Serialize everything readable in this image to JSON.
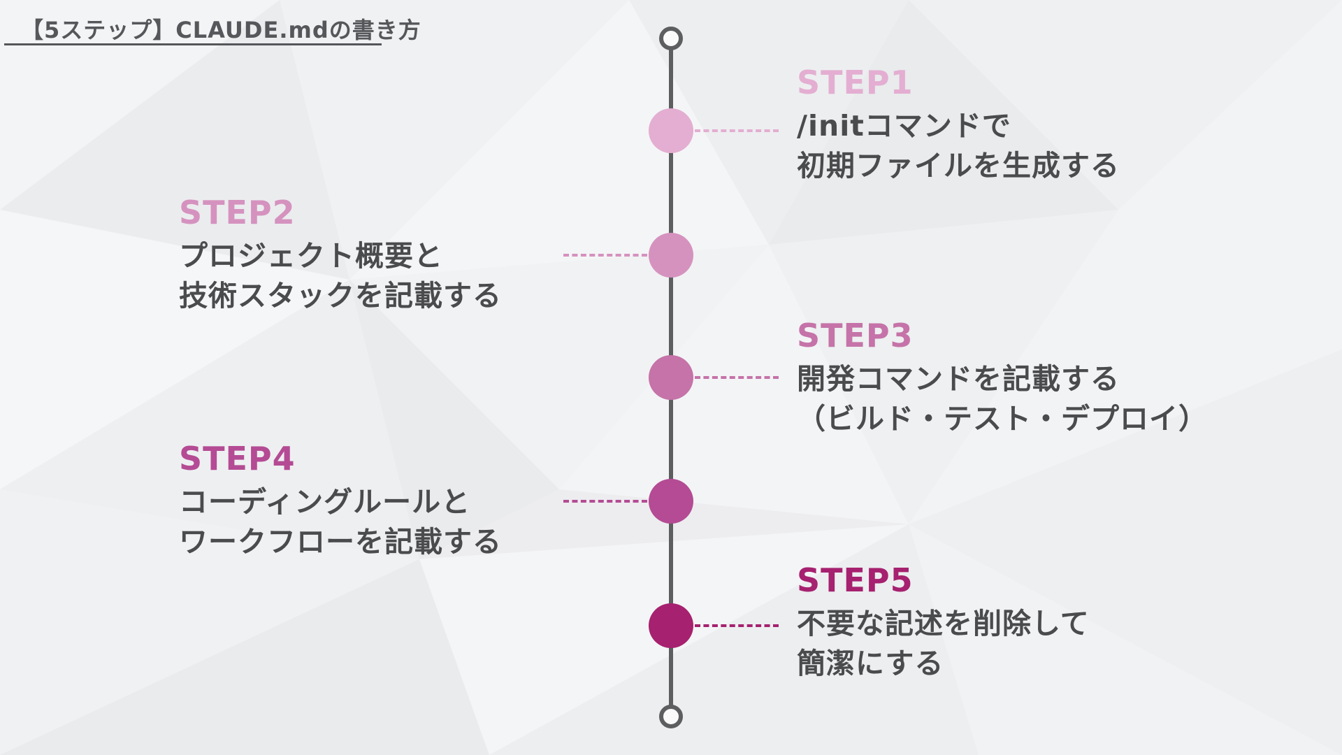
{
  "title": {
    "text": "【5ステップ】CLAUDE.mdの書き方"
  },
  "colors": {
    "background": "#ededef",
    "timeline": "#5d5e60",
    "title_text": "#56575a",
    "body_text": "#4a4b4d"
  },
  "steps": [
    {
      "label": "STEP1",
      "side": "right",
      "color": "#e3aed1",
      "lines": [
        "/initコマンドで",
        "初期ファイルを生成する"
      ]
    },
    {
      "label": "STEP2",
      "side": "left",
      "color": "#d592bf",
      "lines": [
        "プロジェクト概要と",
        "技術スタックを記載する"
      ]
    },
    {
      "label": "STEP3",
      "side": "right",
      "color": "#c573a8",
      "lines": [
        "開発コマンドを記載する",
        "（ビルド・テスト・デプロイ）"
      ]
    },
    {
      "label": "STEP4",
      "side": "left",
      "color": "#b44b94",
      "lines": [
        "コーディングルールと",
        "ワークフローを記載する"
      ]
    },
    {
      "label": "STEP5",
      "side": "right",
      "color": "#a6216f",
      "lines": [
        "不要な記述を削除して",
        "簡潔にする"
      ]
    }
  ]
}
